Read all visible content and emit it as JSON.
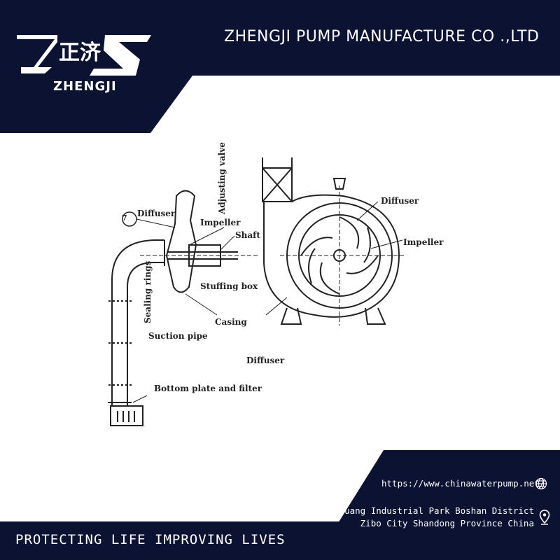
{
  "header": {
    "company_name": "ZHENGJI PUMP MANUFACTURE CO .,LTD",
    "logo_word": "ZHENGJI",
    "logo_glyphs": "正济"
  },
  "diagram": {
    "labels": {
      "diffuser_left": "Diffuser",
      "impeller_left": "Impeller",
      "shaft": "Shaft",
      "stuffing_box": "Stuffing box",
      "sealing_rings": "Sealing rings",
      "casing": "Casing",
      "suction_pipe": "Suction pipe",
      "bottom_plate": "Bottom plate and filter",
      "diffuser_center": "Diffuser",
      "adjusting_valve": "Adjusting valve",
      "diffuser_right": "Diffuser",
      "impeller_right": "Impeller",
      "callout_number": "7"
    }
  },
  "footer": {
    "url": "https://www.chinawaterpump.net/",
    "address_line1": "Nanzhuang Industrial Park Boshan District",
    "address_line2": "Zibo City Shandong Province China",
    "slogan": "PROTECTING LIFE IMPROVING LIVES"
  },
  "colors": {
    "navy": "#0c1232",
    "white": "#ffffff",
    "line": "#222222"
  },
  "icons": {
    "globe": "globe-icon",
    "location": "location-pin-icon"
  }
}
